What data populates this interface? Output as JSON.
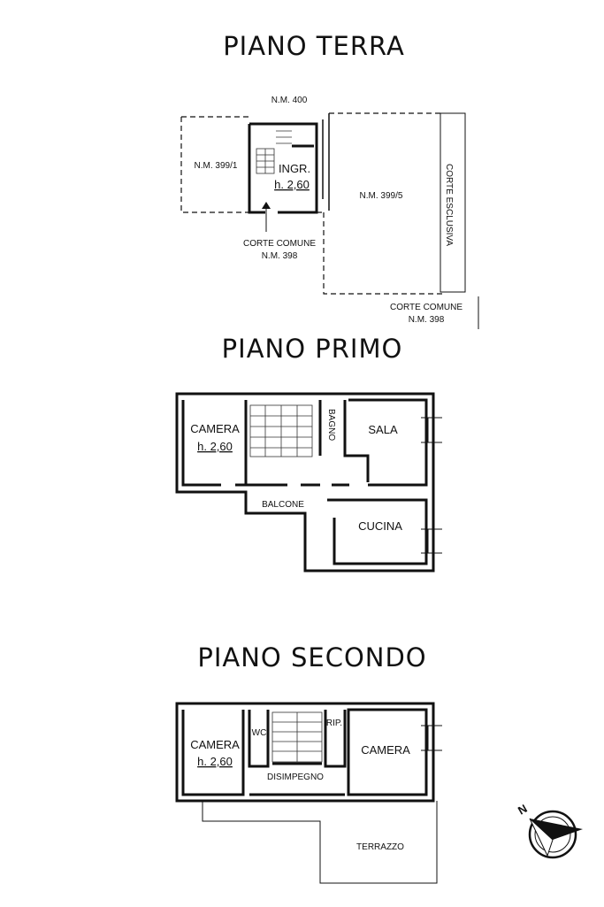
{
  "floors": {
    "ground": {
      "title": "PIANO TERRA",
      "labels": {
        "nm400": "N.M. 400",
        "nm399_1": "N.M. 399/1",
        "nm399_5": "N.M. 399/5",
        "ingr": "INGR.",
        "h": "h. 2,60",
        "corte_comune_1": "CORTE COMUNE",
        "nm398_1": "N.M. 398",
        "corte_esclusiva": "CORTE ESCLUSIVA",
        "corte_comune_2": "CORTE COMUNE",
        "nm398_2": "N.M. 398"
      }
    },
    "first": {
      "title": "PIANO PRIMO",
      "labels": {
        "camera": "CAMERA",
        "h": "h. 2,60",
        "bagno": "BAGNO",
        "sala": "SALA",
        "balcone": "BALCONE",
        "cucina": "CUCINA"
      }
    },
    "second": {
      "title": "PIANO SECONDO",
      "labels": {
        "camera_left": "CAMERA",
        "h": "h. 2,60",
        "wc": "WC",
        "rip": "RIP.",
        "camera_right": "CAMERA",
        "disimpegno": "DISIMPEGNO",
        "terrazzo": "TERRAZZO"
      }
    }
  },
  "compass": {
    "letter": "N"
  }
}
